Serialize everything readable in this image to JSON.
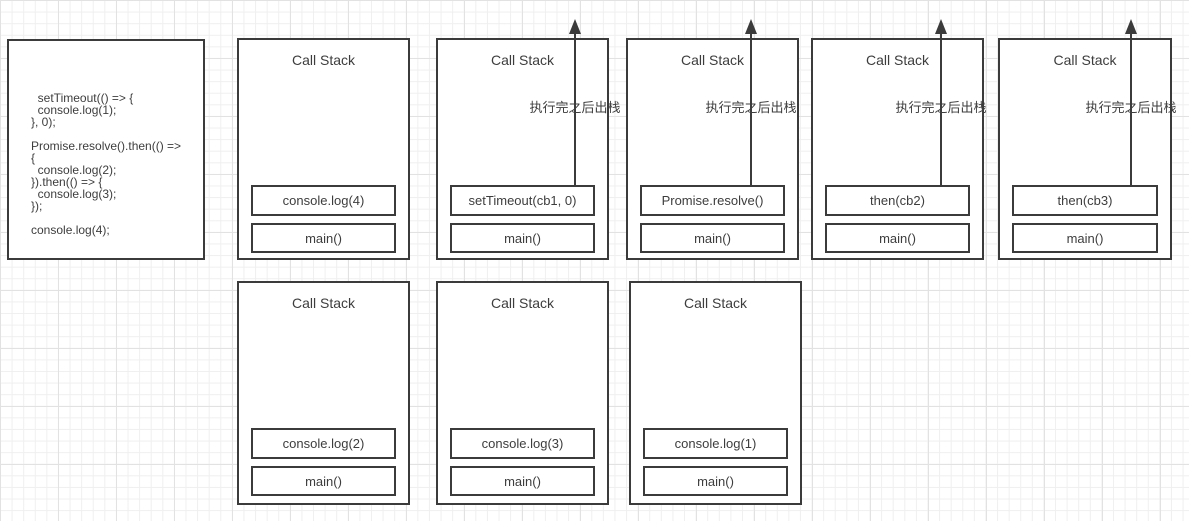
{
  "colors": {
    "shape_border": "#3b3b3b",
    "text": "#3d3d3d",
    "grid_minor": "#efefef",
    "grid_major": "#e2e2e2",
    "background": "#ffffff"
  },
  "code_panel": {
    "code": "setTimeout(() => {\n  console.log(1);\n}, 0);\n\nPromise.resolve().then(() =>\n{\n  console.log(2);\n}).then(() => {\n  console.log(3);\n});\n\nconsole.log(4);"
  },
  "pop_arrow_label": "执行完之后出栈",
  "stacks": [
    {
      "title": "Call Stack",
      "frames": [
        "console.log(4)",
        "main()"
      ],
      "has_arrow": false
    },
    {
      "title": "Call Stack",
      "frames": [
        "setTimeout(cb1, 0)",
        "main()"
      ],
      "has_arrow": true,
      "arrow_label": "执行完之后出栈"
    },
    {
      "title": "Call Stack",
      "frames": [
        "Promise.resolve()",
        "main()"
      ],
      "has_arrow": true,
      "arrow_label": "执行完之后出栈"
    },
    {
      "title": "Call Stack",
      "frames": [
        "then(cb2)",
        "main()"
      ],
      "has_arrow": true,
      "arrow_label": "执行完之后出栈"
    },
    {
      "title": "Call Stack",
      "frames": [
        "then(cb3)",
        "main()"
      ],
      "has_arrow": true,
      "arrow_label": "执行完之后出栈"
    },
    {
      "title": "Call Stack",
      "frames": [
        "console.log(2)",
        "main()"
      ],
      "has_arrow": false
    },
    {
      "title": "Call Stack",
      "frames": [
        "console.log(3)",
        "main()"
      ],
      "has_arrow": false
    },
    {
      "title": "Call Stack",
      "frames": [
        "console.log(1)",
        "main()"
      ],
      "has_arrow": false
    }
  ]
}
